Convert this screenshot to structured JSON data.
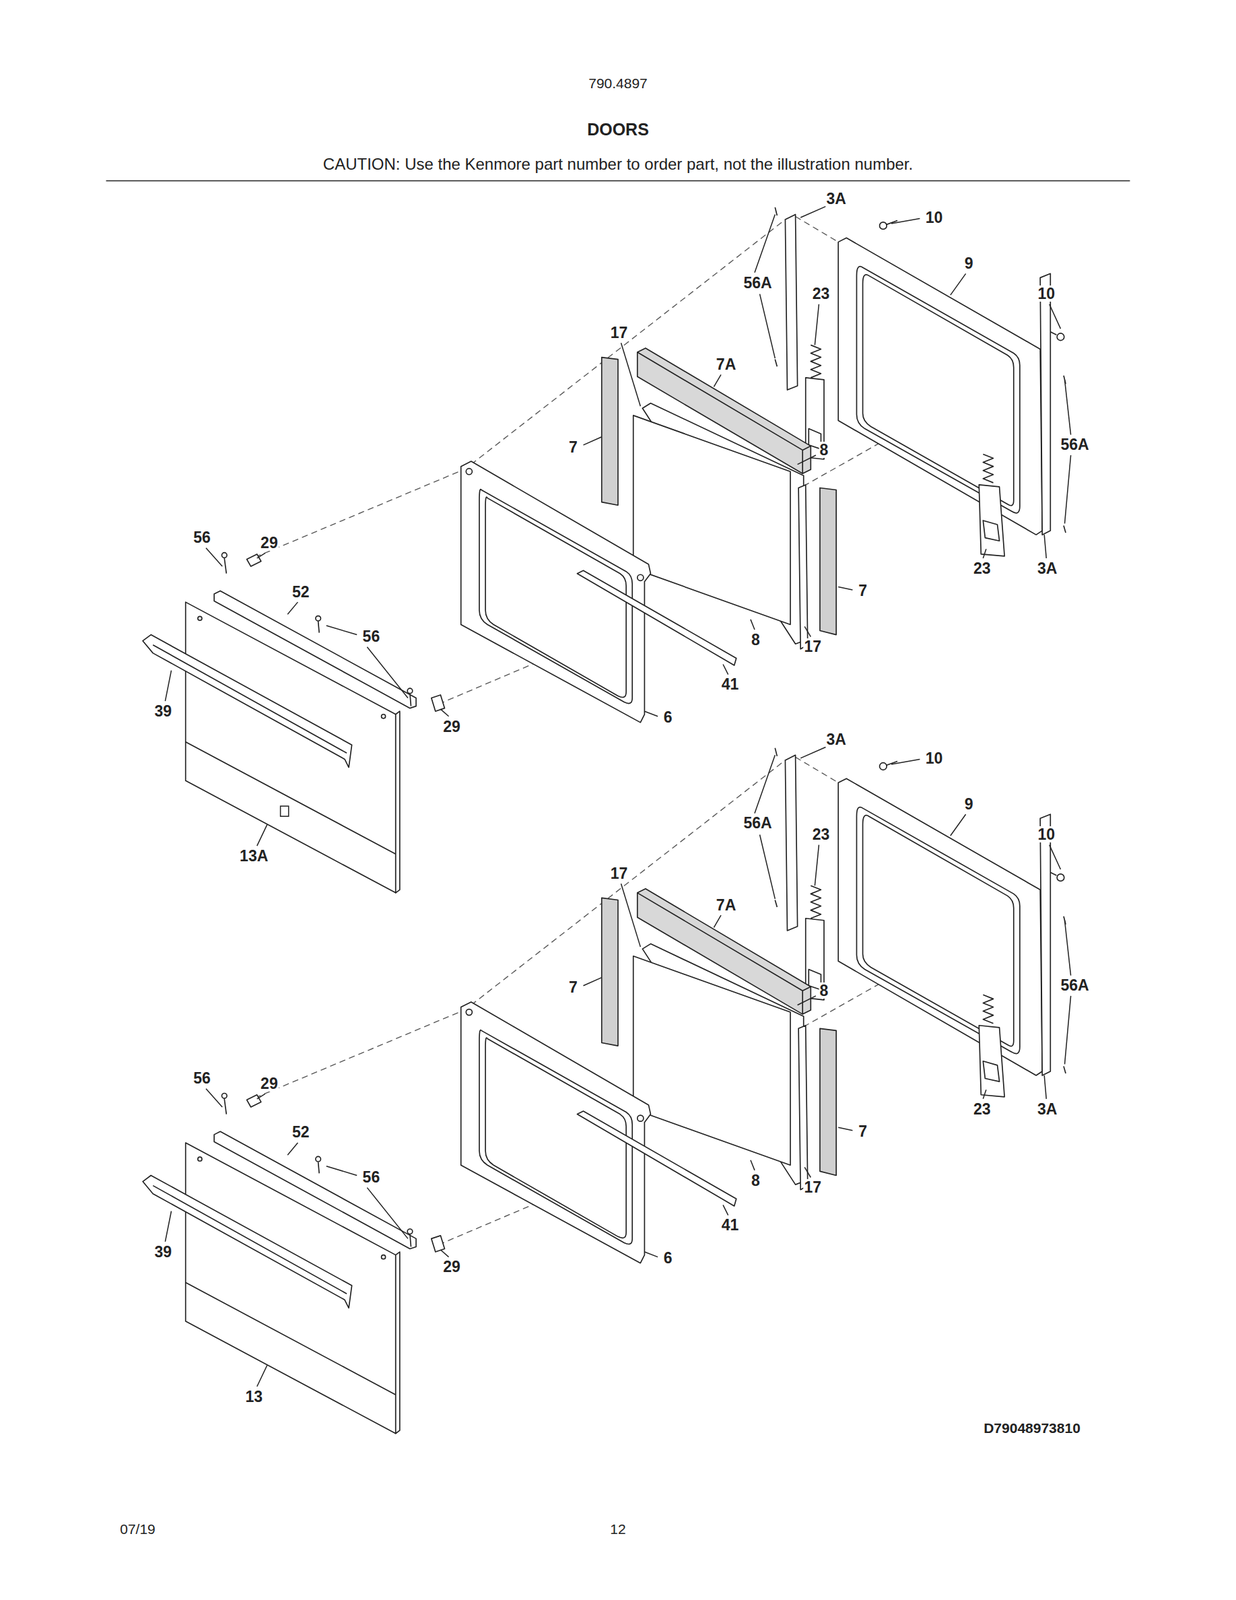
{
  "diagram": {
    "title": "DOORS",
    "labels": [
      "790.4897",
      "CAUTION: Use the Kenmore part number to order part, not the illustration number.",
      "3A",
      "10",
      "9",
      "56A",
      "23",
      "10",
      "17",
      "7A",
      "7",
      "8",
      "56A",
      "56",
      "29",
      "52",
      "23",
      "3A",
      "7",
      "56",
      "8",
      "17",
      "41",
      "39",
      "6",
      "29",
      "13A",
      "3A",
      "10",
      "9",
      "56A",
      "23",
      "10",
      "17",
      "7A",
      "7",
      "8",
      "56A",
      "56",
      "29",
      "52",
      "23",
      "3A",
      "7",
      "56",
      "8",
      "17",
      "41",
      "39",
      "6",
      "29",
      "13",
      "D79048973810",
      "07/19",
      "12"
    ]
  }
}
